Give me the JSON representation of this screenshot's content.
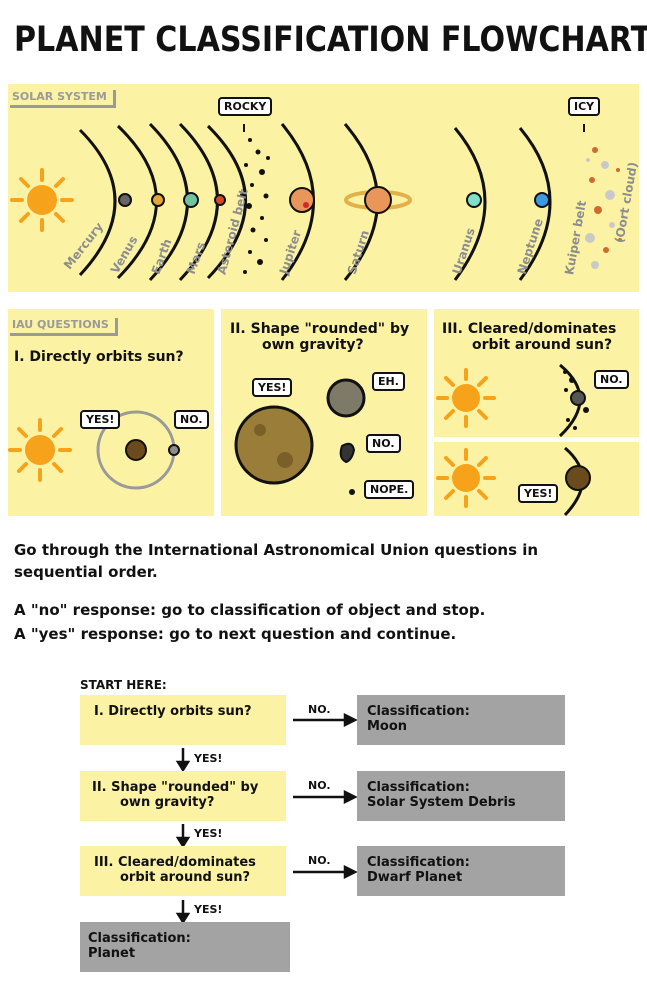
{
  "title": "PLANET CLASSIFICATION FLOWCHART",
  "solar": {
    "tag": "SOLAR SYSTEM",
    "bodies": [
      "Mercury",
      "Venus",
      "Earth",
      "Mars",
      "Asteroid belt",
      "Jupiter",
      "Saturn",
      "Uranus",
      "Neptune",
      "Kuiper belt",
      "(Oort cloud)"
    ],
    "rocky": "ROCKY",
    "icy": "ICY"
  },
  "iau": {
    "tag": "IAU QUESTIONS",
    "q1": "I. Directly orbits sun?",
    "q2_line1": "II. Shape \"rounded\" by",
    "q2_line2": "own gravity?",
    "q3_line1": "III. Cleared/dominates",
    "q3_line2": "orbit around sun?",
    "yes": "YES!",
    "no": "NO.",
    "eh": "EH.",
    "nope": "NOPE."
  },
  "instructions": {
    "line1": "Go through the International Astronomical Union questions in",
    "line2": "sequential order.",
    "line3": "A \"no\" response: go to classification of object and stop.",
    "line4": "A \"yes\" response: go to next question and continue."
  },
  "flow": {
    "start": "START HERE:",
    "q1": "I. Directly orbits sun?",
    "q2_line1": "II. Shape \"rounded\" by",
    "q2_line2": "own gravity?",
    "q3_line1": "III. Cleared/dominates",
    "q3_line2": "orbit around sun?",
    "c1_line1": "Classification:",
    "c1_line2": "Moon",
    "c2_line1": "Classification:",
    "c2_line2": "Solar System Debris",
    "c3_line1": "Classification:",
    "c3_line2": "Dwarf Planet",
    "c4_line1": "Classification:",
    "c4_line2": "Planet",
    "yes": "YES!",
    "no": "NO."
  },
  "colors": {
    "panel": "#fbf2a4",
    "sun": "#f7a21b",
    "grey_box": "#a3a3a3"
  }
}
